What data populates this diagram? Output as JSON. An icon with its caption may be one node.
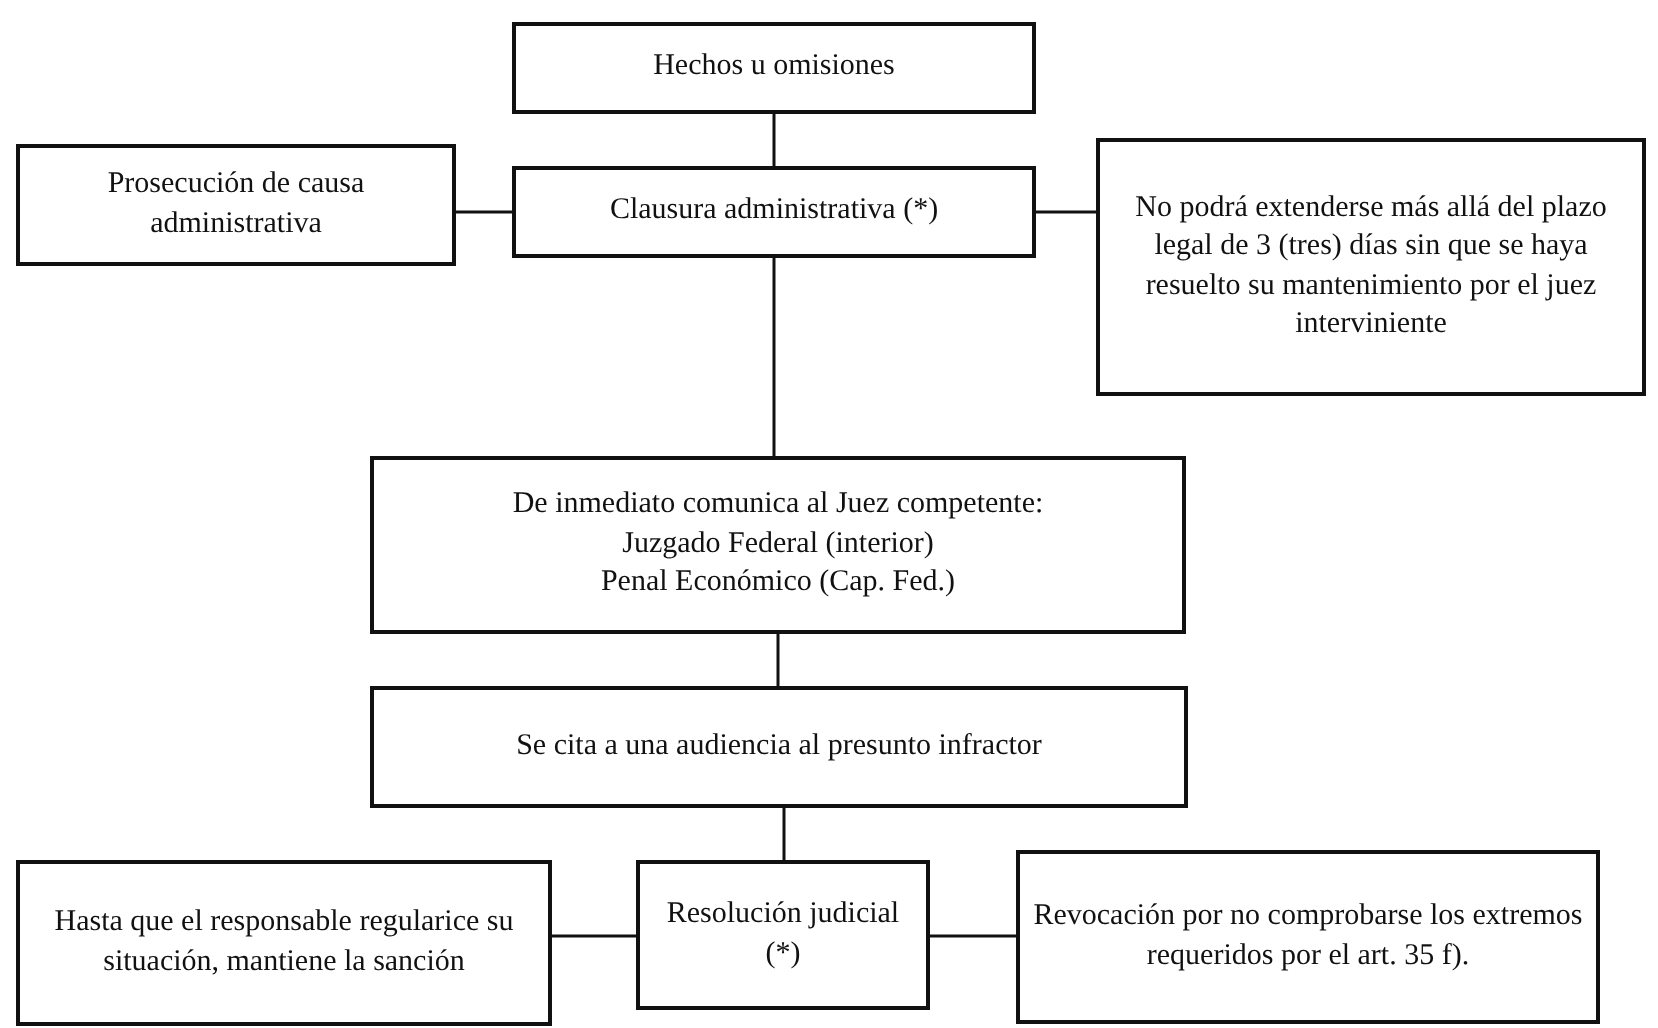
{
  "diagram": {
    "nodes": [
      {
        "text": [
          "Hechos u omisiones"
        ]
      },
      {
        "text": [
          "Prosecución de causa administrativa"
        ]
      },
      {
        "text": [
          "Clausura administrativa (*)"
        ]
      },
      {
        "text": [
          "No podrá extenderse más allá del plazo legal de 3 (tres) días sin que se haya resuelto su mantenimiento por el juez interviniente"
        ]
      },
      {
        "text": [
          "De inmediato comunica al Juez competente:",
          "Juzgado Federal (interior)",
          "Penal Económico (Cap. Fed.)"
        ]
      },
      {
        "text": [
          "Se cita a una audiencia al presunto infractor"
        ]
      },
      {
        "text": [
          "Hasta que el responsable regularice su situación, mantiene la sanción"
        ]
      },
      {
        "text": [
          "Resolución judicial (*)"
        ]
      },
      {
        "text": [
          "Revocación por no comprobarse los extremos requeridos por el art. 35 f)."
        ]
      }
    ],
    "edges": [
      {
        "from": 0,
        "to": 2,
        "arrow": "none"
      },
      {
        "from": 2,
        "to": 1,
        "arrow": "none"
      },
      {
        "from": 2,
        "to": 3,
        "arrow": "none"
      },
      {
        "from": 2,
        "to": 4,
        "arrow": "none"
      },
      {
        "from": 4,
        "to": 5,
        "arrow": "none"
      },
      {
        "from": 5,
        "to": 7,
        "arrow": "none"
      },
      {
        "from": 7,
        "to": 6,
        "arrow": "none"
      },
      {
        "from": 7,
        "to": 8,
        "arrow": "none"
      }
    ]
  }
}
